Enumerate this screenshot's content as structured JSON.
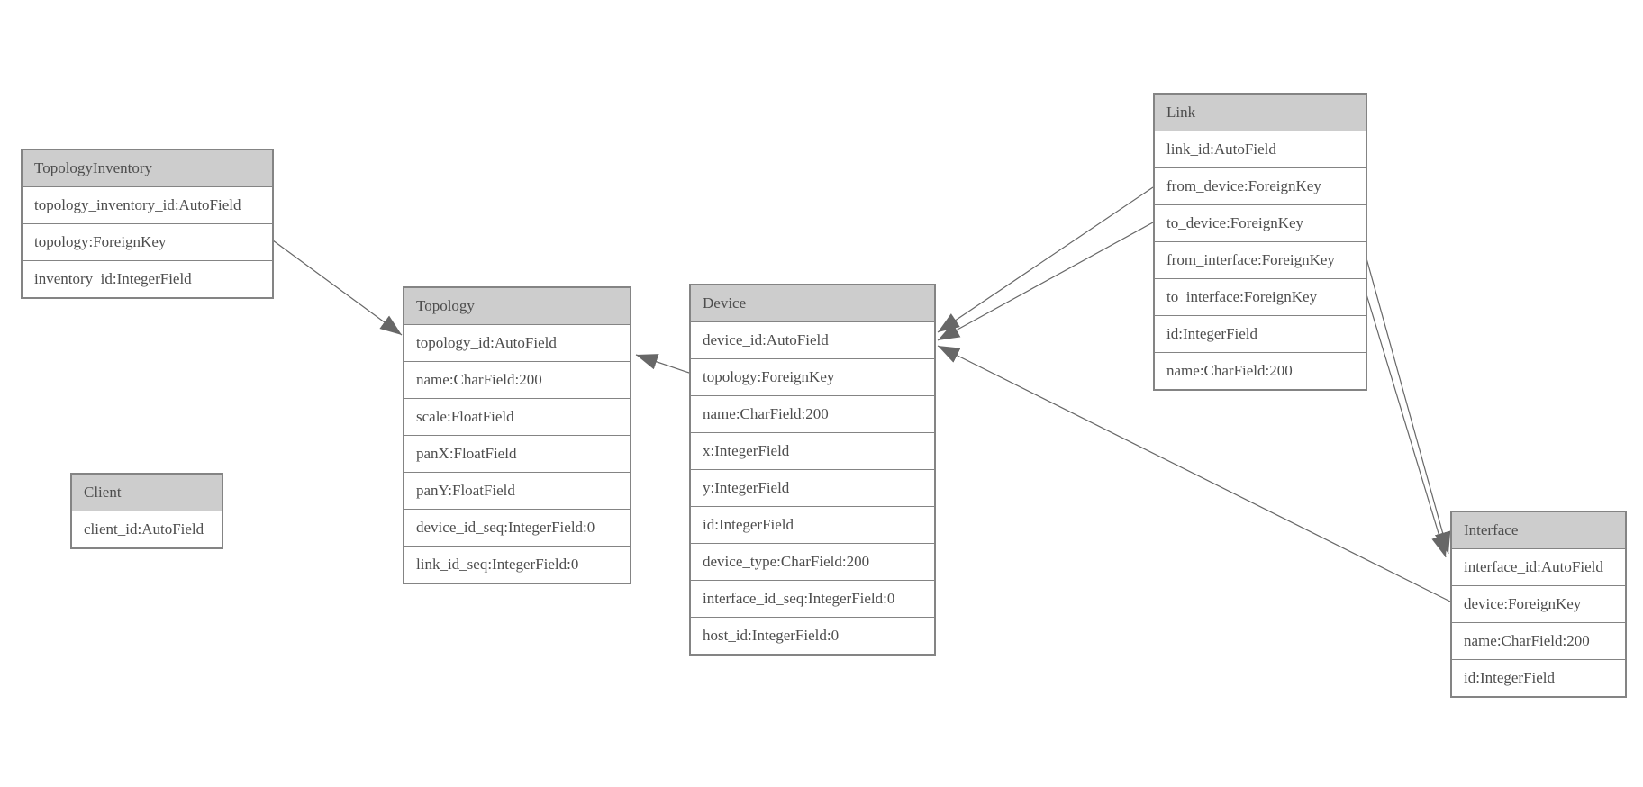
{
  "diagram": {
    "type": "entity-relationship",
    "colors": {
      "background": "#ffffff",
      "header_fill": "#cdcdcd",
      "table_border": "#848484",
      "text": "#4d4d4d",
      "relation_line": "#676767"
    },
    "tables": [
      {
        "name": "TopologyInventory",
        "rows": [
          "topology_inventory_id:AutoField",
          "topology:ForeignKey",
          "inventory_id:IntegerField"
        ]
      },
      {
        "name": "Topology",
        "rows": [
          "topology_id:AutoField",
          "name:CharField:200",
          "scale:FloatField",
          "panX:FloatField",
          "panY:FloatField",
          "device_id_seq:IntegerField:0",
          "link_id_seq:IntegerField:0"
        ]
      },
      {
        "name": "Client",
        "rows": [
          "client_id:AutoField"
        ]
      },
      {
        "name": "Device",
        "rows": [
          "device_id:AutoField",
          "topology:ForeignKey",
          "name:CharField:200",
          "x:IntegerField",
          "y:IntegerField",
          "id:IntegerField",
          "device_type:CharField:200",
          "interface_id_seq:IntegerField:0",
          "host_id:IntegerField:0"
        ]
      },
      {
        "name": "Link",
        "rows": [
          "link_id:AutoField",
          "from_device:ForeignKey",
          "to_device:ForeignKey",
          "from_interface:ForeignKey",
          "to_interface:ForeignKey",
          "id:IntegerField",
          "name:CharField:200"
        ]
      },
      {
        "name": "Interface",
        "rows": [
          "interface_id:AutoField",
          "device:ForeignKey",
          "name:CharField:200",
          "id:IntegerField"
        ]
      }
    ],
    "relations": [
      {
        "from": "TopologyInventory.topology",
        "to": "Topology.topology_id"
      },
      {
        "from": "Device.topology",
        "to": "Topology.topology_id"
      },
      {
        "from": "Link.from_device",
        "to": "Device.device_id"
      },
      {
        "from": "Link.to_device",
        "to": "Device.device_id"
      },
      {
        "from": "Link.from_interface",
        "to": "Interface.interface_id"
      },
      {
        "from": "Link.to_interface",
        "to": "Interface.interface_id"
      },
      {
        "from": "Interface.device",
        "to": "Device.device_id"
      }
    ]
  }
}
